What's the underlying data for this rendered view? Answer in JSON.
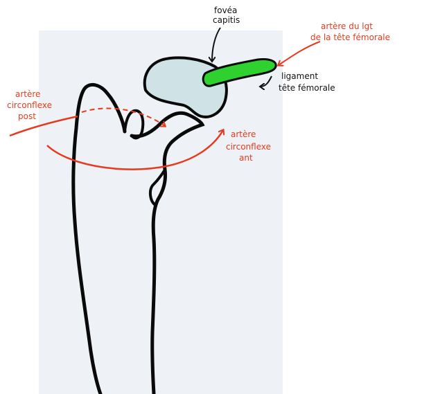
{
  "colors": {
    "panel_background": "#eef1f5",
    "bone_outline": "#0a0a0a",
    "femoral_head_fill": "#cfe3e6",
    "ligament_fill": "#2fd12f",
    "artery_red": "#e63a1e",
    "label_black": "#111111"
  },
  "labels": {
    "fovea": [
      "fovéa",
      "capitis"
    ],
    "artery_ligament": [
      "artère du lgt",
      "de la tête fémorale"
    ],
    "ligament": [
      "ligament",
      "tête fémorale"
    ],
    "circumflex_post": [
      "artère",
      "circonflexe",
      "post"
    ],
    "circumflex_ant": [
      "artère",
      "circonflexe",
      "ant"
    ]
  }
}
